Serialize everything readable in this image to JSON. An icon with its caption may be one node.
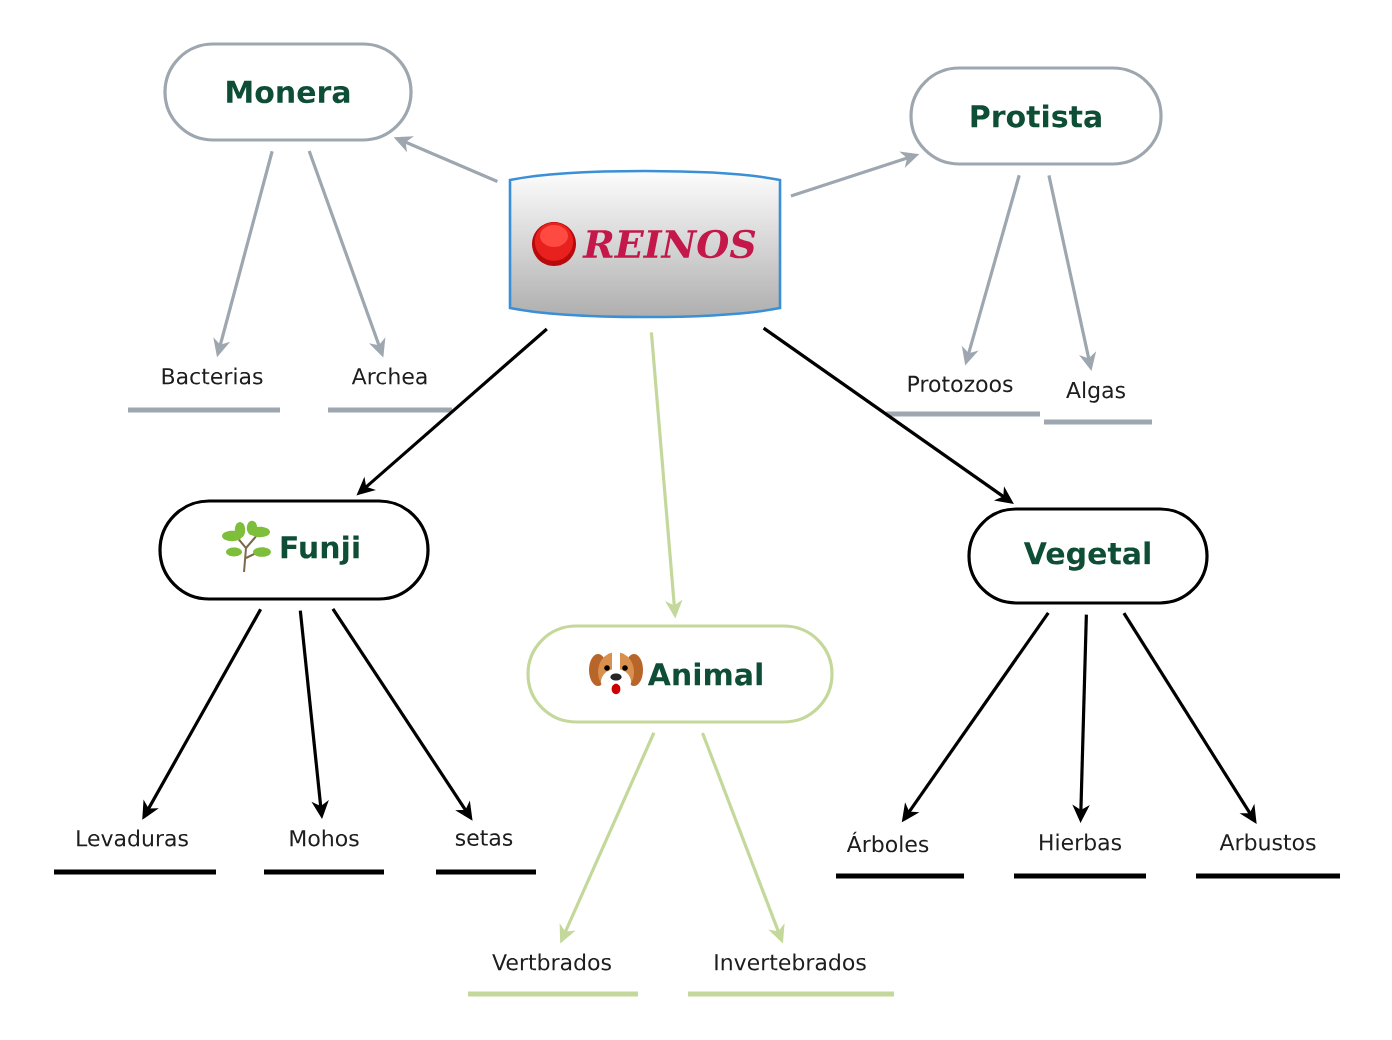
{
  "diagram": {
    "nodes": [
      {
        "text": [
          "REINOS"
        ]
      },
      {
        "text": [
          "Monera"
        ]
      },
      {
        "text": [
          "Bacterias"
        ]
      },
      {
        "text": [
          "Archea"
        ]
      },
      {
        "text": [
          "Protista"
        ]
      },
      {
        "text": [
          "Protozoos"
        ]
      },
      {
        "text": [
          "Algas"
        ]
      },
      {
        "text": [
          "Funji"
        ]
      },
      {
        "text": [
          "Levaduras"
        ]
      },
      {
        "text": [
          "Mohos"
        ]
      },
      {
        "text": [
          "setas"
        ]
      },
      {
        "text": [
          "Animal"
        ]
      },
      {
        "text": [
          "Vertbrados"
        ]
      },
      {
        "text": [
          "Invertebrados"
        ]
      },
      {
        "text": [
          "Vegetal"
        ]
      },
      {
        "text": [
          "Árboles"
        ]
      },
      {
        "text": [
          "Hierbas"
        ]
      },
      {
        "text": [
          "Arbustos"
        ]
      }
    ],
    "edges": [
      {
        "from": 0,
        "to": 1,
        "arrow": "to",
        "color": "#9ea7b0"
      },
      {
        "from": 0,
        "to": 4,
        "arrow": "to",
        "color": "#9ea7b0"
      },
      {
        "from": 0,
        "to": 7,
        "arrow": "to"
      },
      {
        "from": 0,
        "to": 11,
        "arrow": "to",
        "color": "#c5d89b"
      },
      {
        "from": 0,
        "to": 14,
        "arrow": "to"
      },
      {
        "from": 1,
        "to": 2,
        "arrow": "to",
        "color": "#9ea7b0"
      },
      {
        "from": 1,
        "to": 3,
        "arrow": "to",
        "color": "#9ea7b0"
      },
      {
        "from": 4,
        "to": 5,
        "arrow": "to",
        "color": "#9ea7b0"
      },
      {
        "from": 4,
        "to": 6,
        "arrow": "to",
        "color": "#9ea7b0"
      },
      {
        "from": 7,
        "to": 8,
        "arrow": "to"
      },
      {
        "from": 7,
        "to": 9,
        "arrow": "to"
      },
      {
        "from": 7,
        "to": 10,
        "arrow": "to"
      },
      {
        "from": 11,
        "to": 12,
        "arrow": "to",
        "color": "#c5d89b"
      },
      {
        "from": 11,
        "to": 13,
        "arrow": "to",
        "color": "#c5d89b"
      },
      {
        "from": 14,
        "to": 15,
        "arrow": "to"
      },
      {
        "from": 14,
        "to": 16,
        "arrow": "to"
      },
      {
        "from": 14,
        "to": 17,
        "arrow": "to"
      }
    ]
  }
}
